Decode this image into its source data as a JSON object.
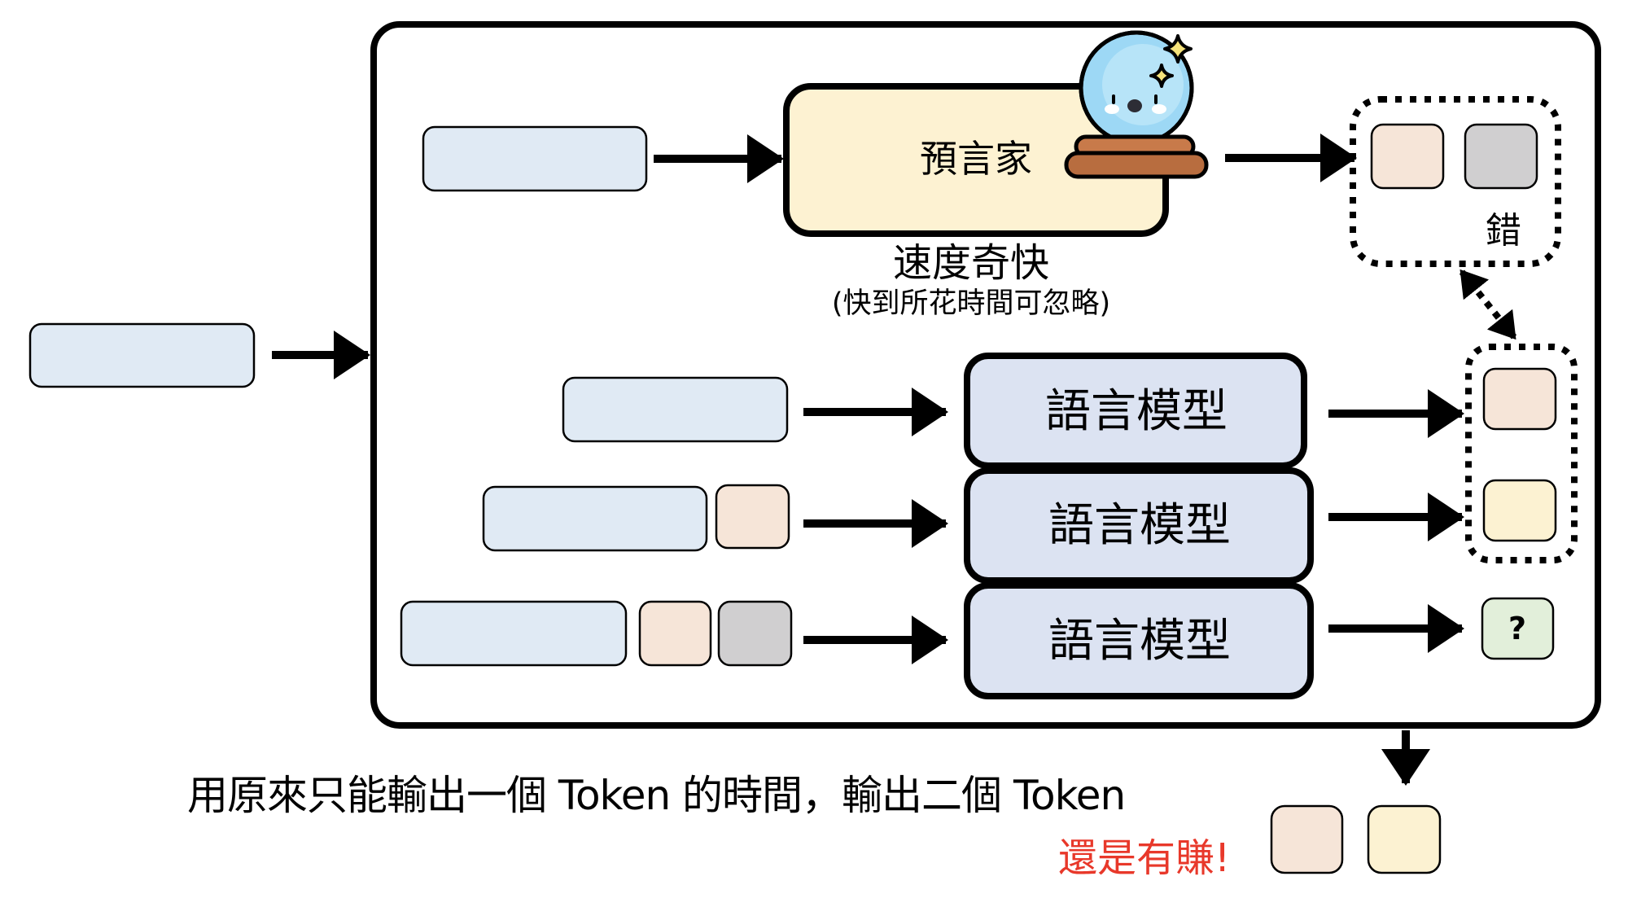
{
  "colors": {
    "input_fill": "#E0EAF4",
    "token_peach": "#F6E5D8",
    "token_gray": "#D0CFD0",
    "token_yellow": "#FCF2D2",
    "token_green": "#E2EFDA",
    "oracle_fill": "#FDF2D2",
    "lm_fill": "#DCE3F2",
    "highlight_red": "#E8382A",
    "stroke": "#000000"
  },
  "oracle": {
    "label": "預言家",
    "speed_label": "速度奇快",
    "speed_note": "(快到所花時間可忽略)",
    "icon": "crystal-ball-icon"
  },
  "oracle_output": {
    "tokens": [
      "peach",
      "gray"
    ],
    "verdict_label": "錯"
  },
  "language_models": [
    {
      "label": "語言模型",
      "input_tokens": [],
      "output": "peach"
    },
    {
      "label": "語言模型",
      "input_tokens": [
        "peach"
      ],
      "output": "yellow"
    },
    {
      "label": "語言模型",
      "input_tokens": [
        "peach",
        "gray"
      ],
      "output": "?"
    }
  ],
  "unknown_token_label": "?",
  "footer": {
    "caption": "用原來只能輸出一個 Token 的時間，輸出二個 Token",
    "highlight": "還是有賺!",
    "final_tokens": [
      "peach",
      "yellow"
    ]
  }
}
